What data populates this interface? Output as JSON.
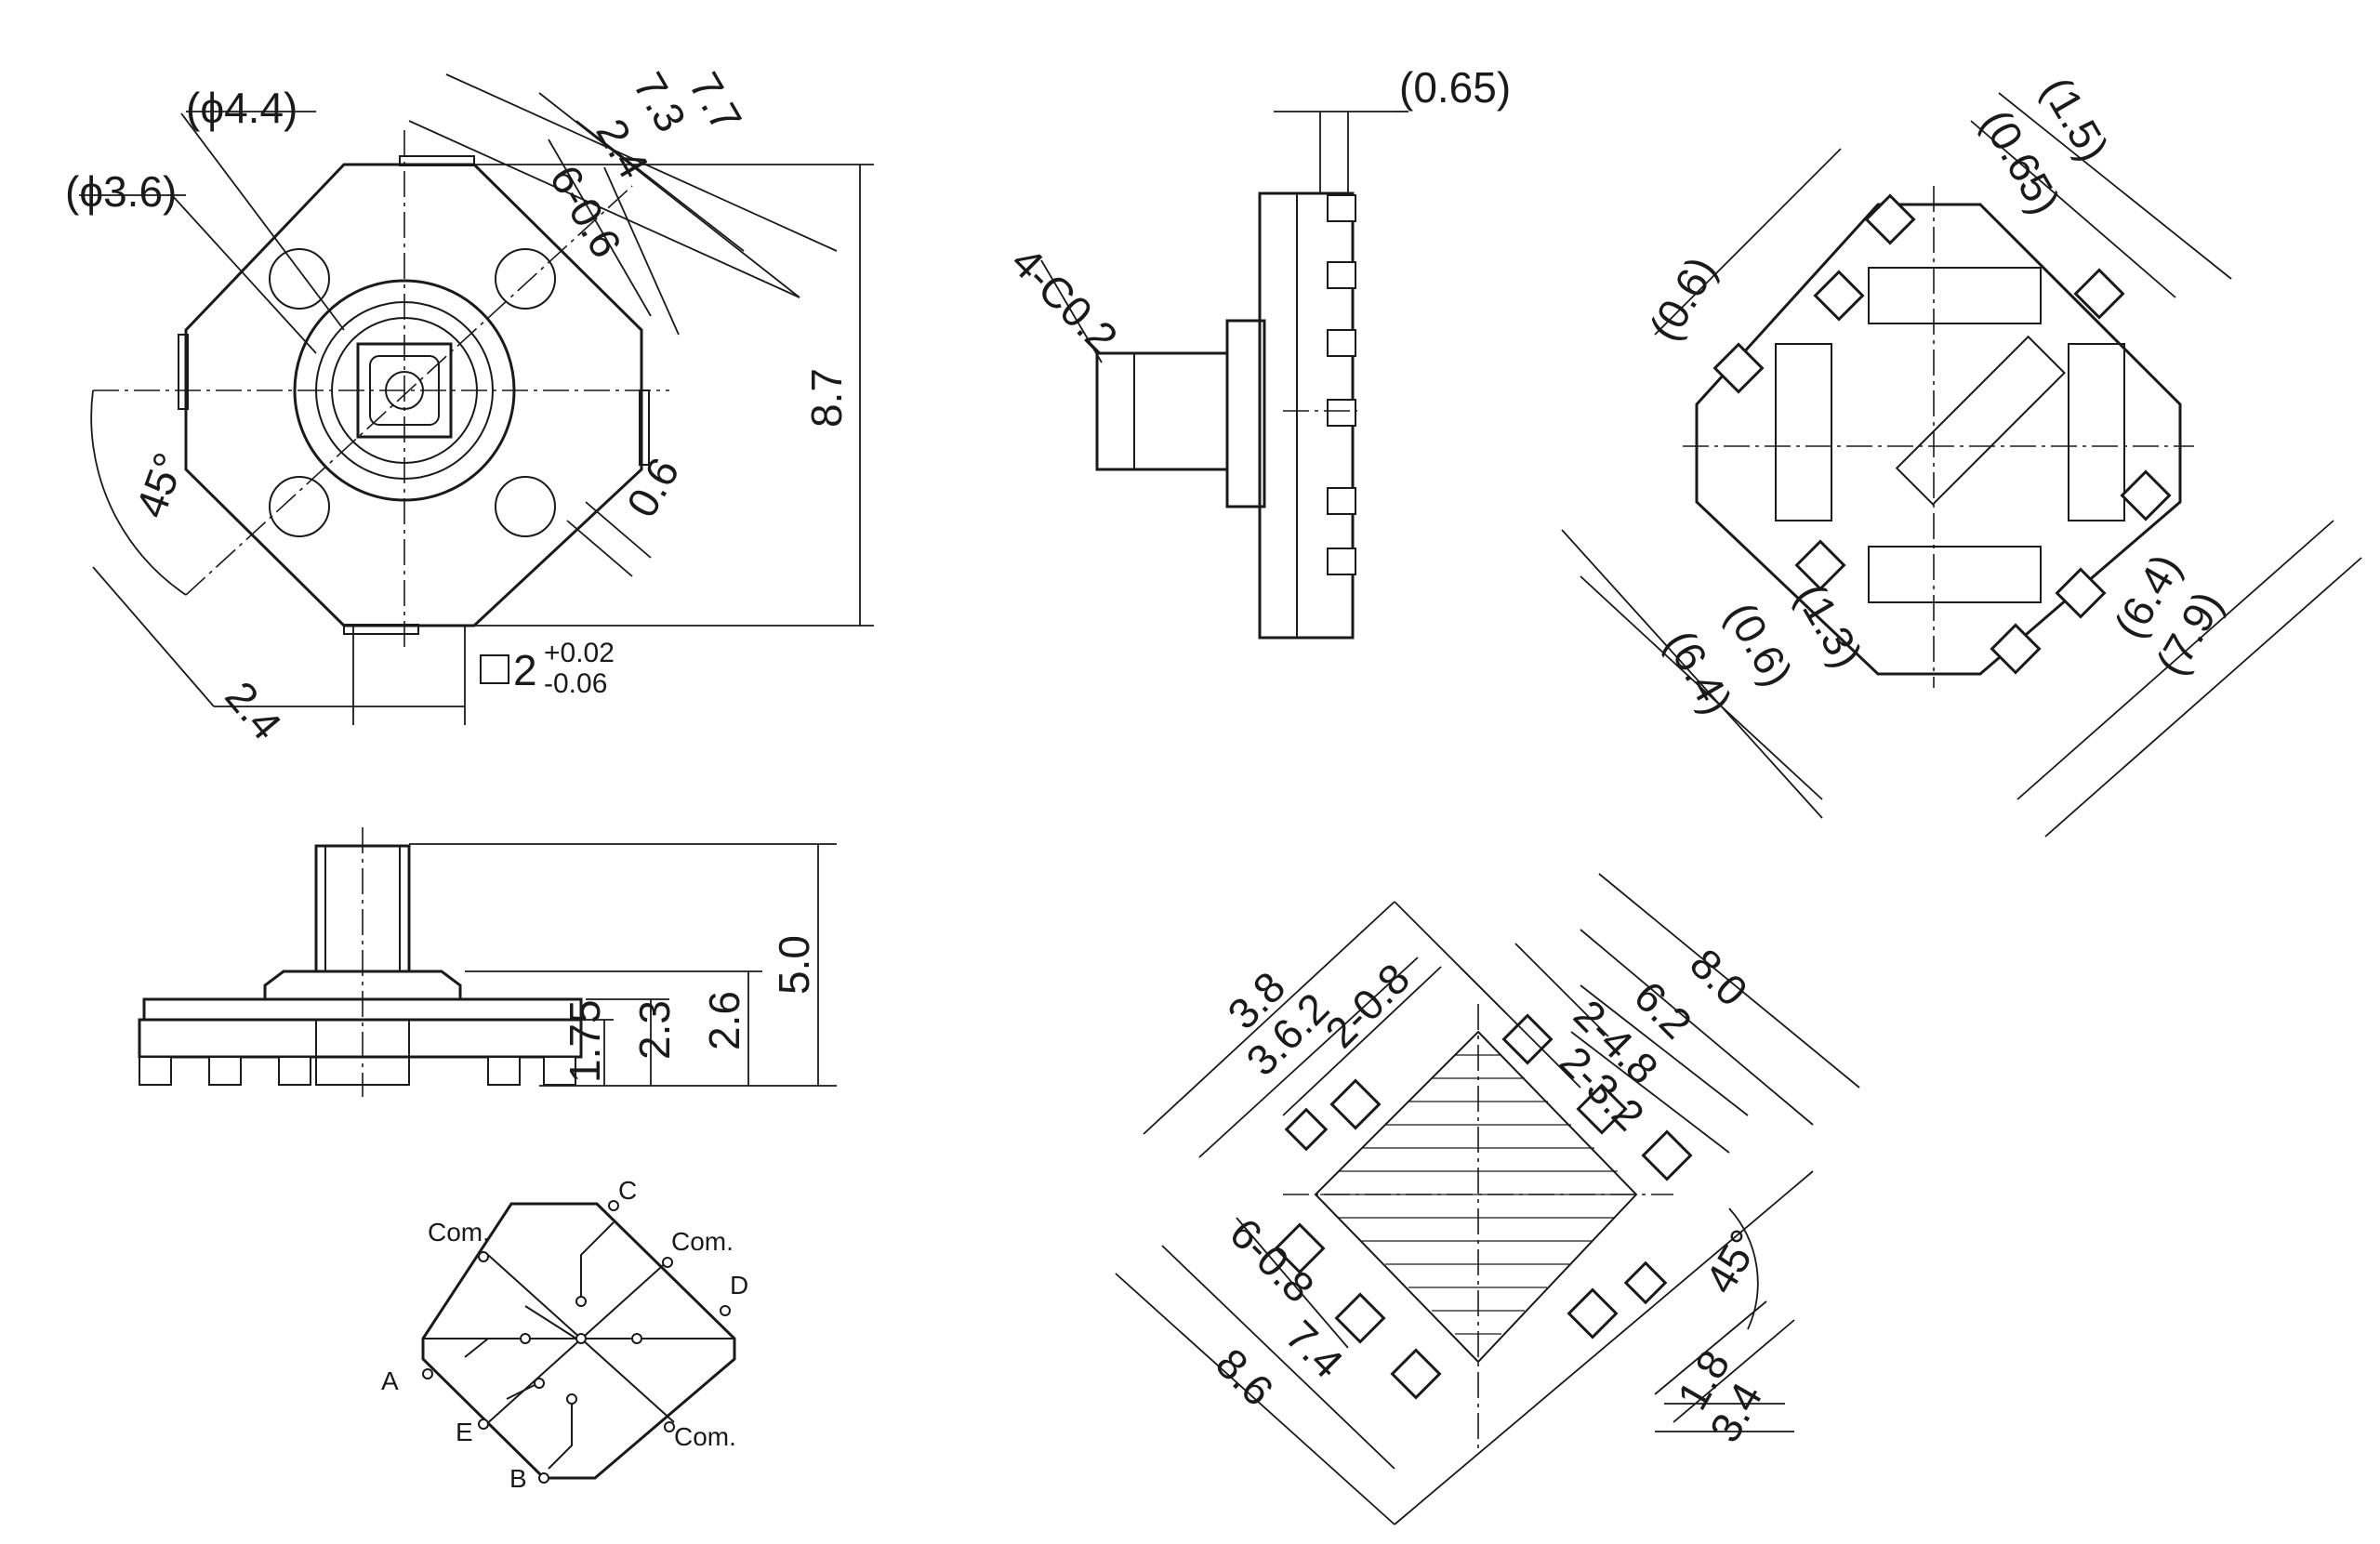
{
  "top_view": {
    "dim_phi44": "(ϕ4.4)",
    "dim_phi36": "(ϕ3.6)",
    "dim_7_7": "7.7",
    "dim_7_3": "7.3",
    "dim_2_4_a": "2.4",
    "dim_6_0_6": "6-0.6",
    "dim_8_7": "8.7",
    "dim_0_6": "0.6",
    "dim_45": "45°",
    "dim_2_4_b": "2.4",
    "shaft_square": "2",
    "tol_plus": "+0.02",
    "tol_minus": "-0.06"
  },
  "side_view": {
    "dim_065": "(0.65)",
    "dim_4c02": "4-C0.2"
  },
  "bottom_view": {
    "dim_15": "(1.5)",
    "dim_065": "(0.65)",
    "dim_06_a": "(0.6)",
    "dim_64_a": "(6.4)",
    "dim_06_b": "(0.6)",
    "dim_13": "(1.3)",
    "dim_64_b": "(6.4)",
    "dim_79": "(7.9)"
  },
  "front_view": {
    "dim_50": "5.0",
    "dim_26": "2.6",
    "dim_23": "2.3",
    "dim_175": "1.75"
  },
  "circuit": {
    "label_c": "C",
    "label_com_tl": "Com.",
    "label_com_tr": "Com.",
    "label_d": "D",
    "label_a": "A",
    "label_e": "E",
    "label_com_br": "Com.",
    "label_b": "B"
  },
  "footprint": {
    "dim_38": "3.8",
    "dim_362": "3.6.2",
    "dim_208": "2-0.8",
    "dim_80": "8.0",
    "dim_62": "6.2",
    "dim_248": "2-4.8",
    "dim_232": "2-3.2",
    "dim_608": "6-0.8",
    "dim_74": "7.4",
    "dim_86": "8.6",
    "dim_45": "45°",
    "dim_18": "1.8",
    "dim_34": "3.4"
  }
}
